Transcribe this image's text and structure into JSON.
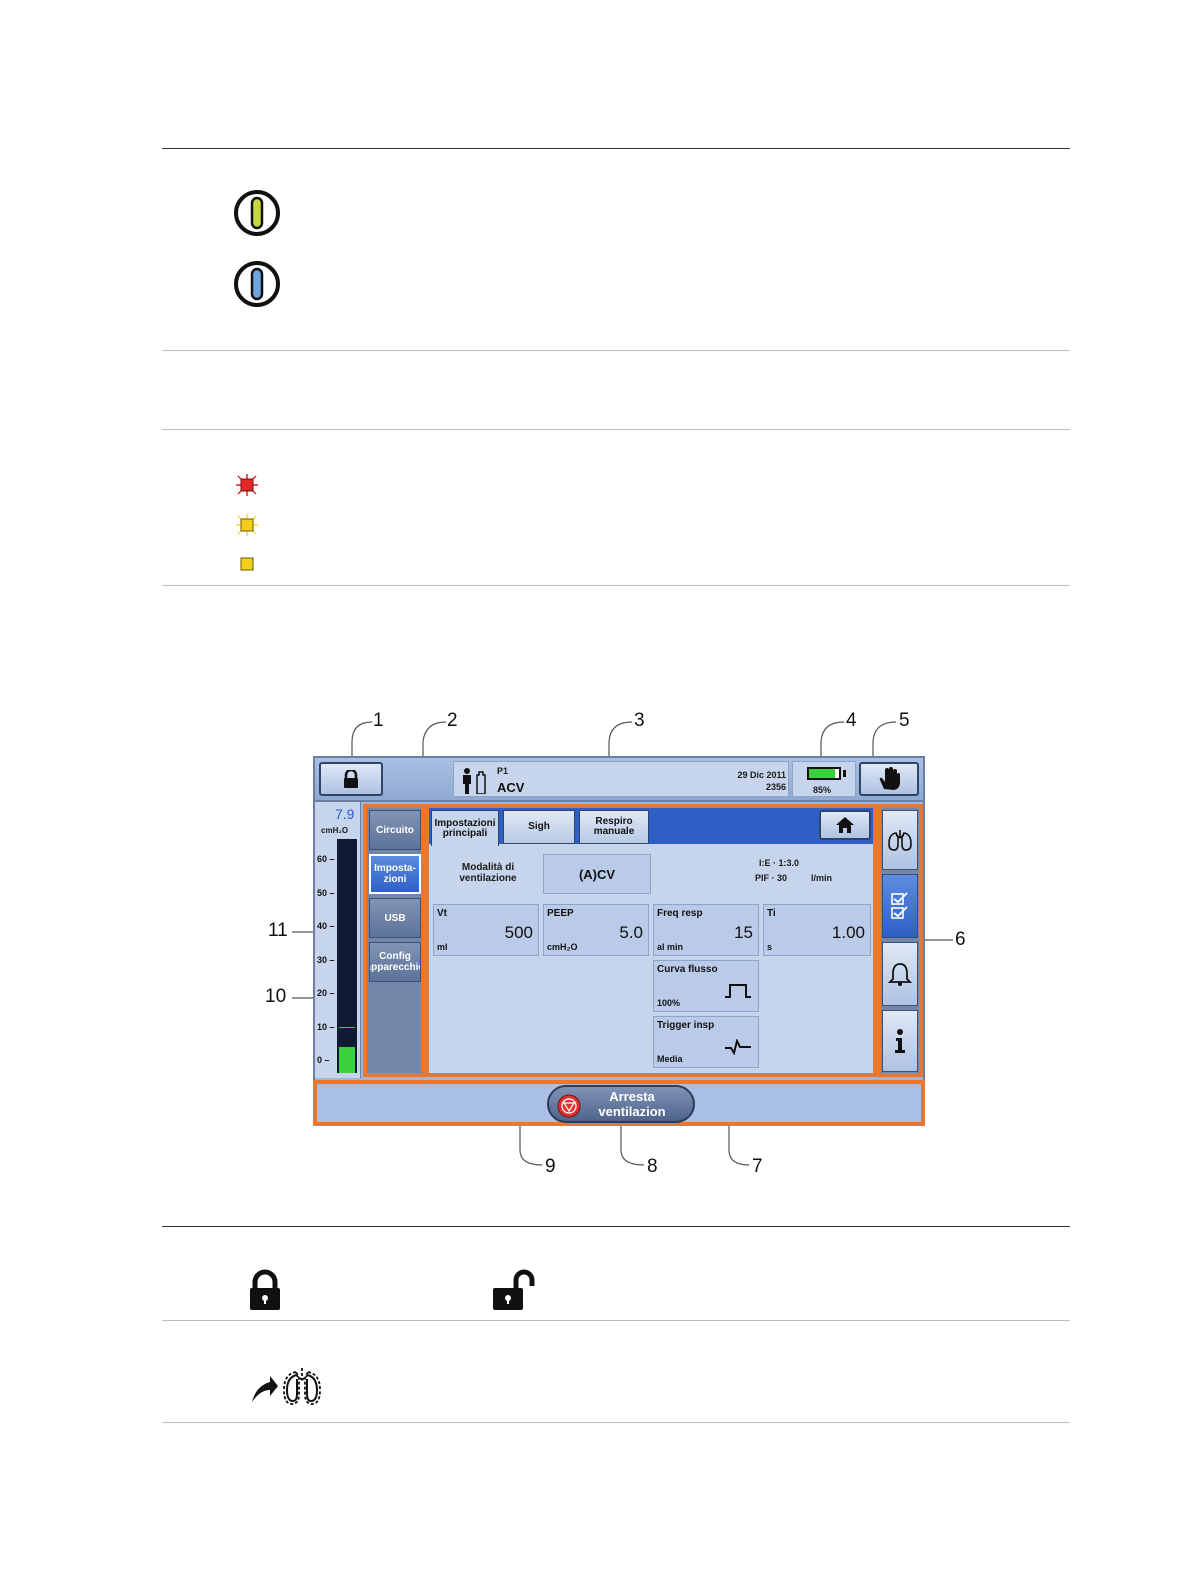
{
  "legend": {
    "power_icons": [
      {
        "name": "power-icon-yellow",
        "color": "#c6d93a"
      },
      {
        "name": "power-icon-blue",
        "color": "#6ea6e0"
      }
    ],
    "alarm_icons": [
      {
        "name": "alarm-high-icon",
        "color": "#e32626"
      },
      {
        "name": "alarm-medium-icon",
        "color": "#f3cf1c"
      },
      {
        "name": "alarm-low-icon",
        "color": "#f3cf1c"
      }
    ],
    "lock_icons": [
      "lock-closed-icon",
      "lock-open-icon"
    ],
    "lung_icon": "manual-breath-lung-icon"
  },
  "callouts": [
    "1",
    "2",
    "3",
    "4",
    "5",
    "6",
    "7",
    "8",
    "9",
    "10",
    "11"
  ],
  "screen": {
    "patient": {
      "id": "P1",
      "mode": "ACV"
    },
    "date": "29 Dic 2011",
    "time": "2356",
    "battery": {
      "level_pct": 85,
      "label": "85%"
    },
    "pressure": {
      "value": "7.9",
      "unit": "cmH₂O",
      "ticks": [
        "60",
        "50",
        "40",
        "30",
        "20",
        "10",
        "0"
      ],
      "fill_fraction": 0.11
    },
    "sidebar": [
      {
        "label": "Circuito",
        "active": false
      },
      {
        "label": "Imposta-\nzioni",
        "active": true
      },
      {
        "label": "USB",
        "active": false
      },
      {
        "label": "Config\napparecchio",
        "active": false
      }
    ],
    "tabs": [
      {
        "label": "Impostazioni\nprincipali",
        "active": true
      },
      {
        "label": "Sigh",
        "active": false
      },
      {
        "label": "Respiro\nmanuale",
        "active": false
      }
    ],
    "mode_label": "Modalità di\nventilazione",
    "mode_value": "(A)CV",
    "ie": "I:E · 1:3.0",
    "pif": "PIF · 30",
    "pif_unit": "l/min",
    "params": [
      {
        "name": "Vt",
        "value": "500",
        "unit": "ml"
      },
      {
        "name": "PEEP",
        "value": "5.0",
        "unit": "cmH₂O"
      },
      {
        "name": "Freq resp",
        "value": "15",
        "unit": "al min"
      },
      {
        "name": "Ti",
        "value": "1.00",
        "unit": "s"
      }
    ],
    "curve": {
      "name": "Curva flusso",
      "value": "100%"
    },
    "trigger": {
      "name": "Trigger insp",
      "value": "Media"
    },
    "stop_button": "Arresta\nventilazion",
    "right_buttons": [
      "lungs-icon",
      "checklist-icon",
      "bell-icon",
      "info-icon"
    ],
    "colors": {
      "highlight": "#e8782f",
      "active": "#2f5fc4",
      "panel": "#c7d5ec",
      "bar_fill": "#3bd13b"
    }
  }
}
